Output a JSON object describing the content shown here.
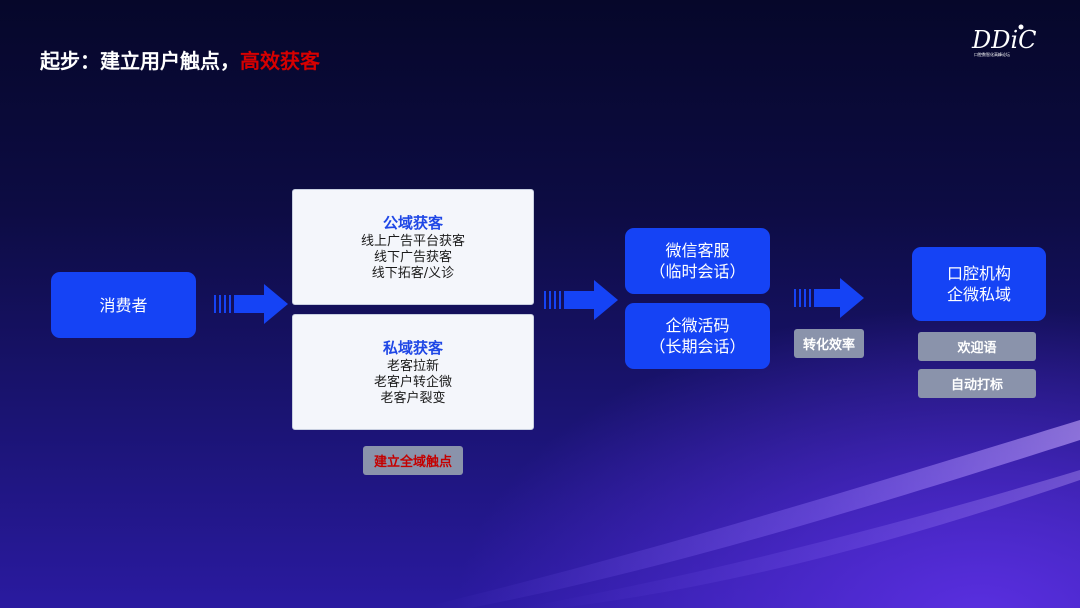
{
  "title": {
    "main": "起步：建立用户触点，",
    "highlight": "高效获客"
  },
  "logo": {
    "text": "DDiC",
    "subtitle": "口腔数智化高峰论坛"
  },
  "consumer": {
    "label": "消费者"
  },
  "public_domain": {
    "heading": "公域获客",
    "lines": [
      "线上广告平台获客",
      "线下广告获客",
      "线下拓客/义诊"
    ]
  },
  "private_domain": {
    "heading": "私域获客",
    "lines": [
      "老客拉新",
      "老客户转企微",
      "老客户裂变"
    ]
  },
  "touchpoint_tag": "建立全域触点",
  "wechat_service": {
    "line1": "微信客服",
    "line2": "（临时会话）"
  },
  "wecom_code": {
    "line1": "企微活码",
    "line2": "（长期会话）"
  },
  "conversion_tag": "转化效率",
  "clinic": {
    "line1": "口腔机构",
    "line2": "企微私域"
  },
  "welcome_tag": "欢迎语",
  "autotag_tag": "自动打标",
  "colors": {
    "accent_blue": "#1543f5",
    "highlight_red": "#d60000",
    "tag_gray": "#8a93ab"
  }
}
